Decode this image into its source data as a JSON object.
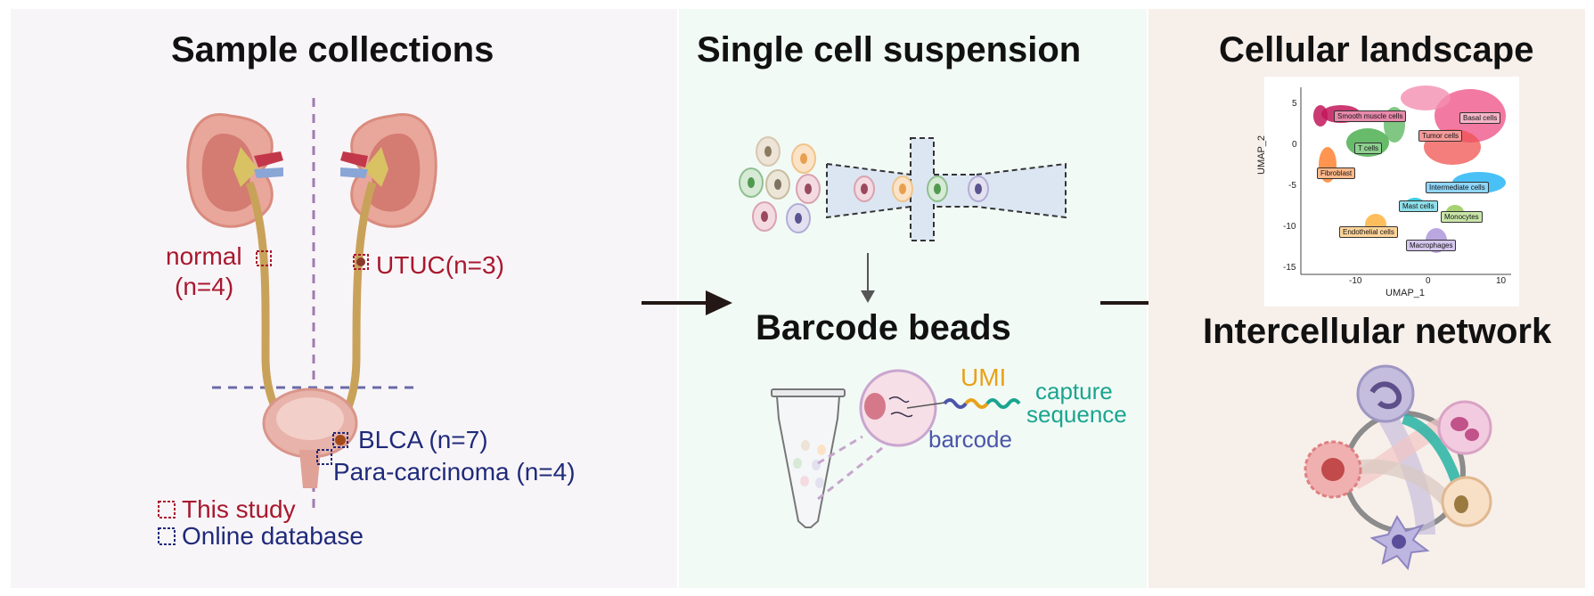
{
  "panels": {
    "sample": {
      "title": "Sample collections",
      "normal": "normal",
      "normal_n": "(n=4)",
      "utuc": "UTUC(n=3)",
      "blca": "BLCA (n=7)",
      "para": "Para-carcinoma (n=4)",
      "legend_this": "This study",
      "legend_online": "Online database"
    },
    "suspension": {
      "title": "Single cell suspension",
      "beads_title": "Barcode beads",
      "umi": "UMI",
      "capture": "capture",
      "sequence": "sequence",
      "barcode": "barcode"
    },
    "landscape": {
      "title": "Cellular landscape",
      "network_title": "Intercellular network",
      "umap": {
        "xlabel": "UMAP_1",
        "ylabel": "UMAP_2",
        "xticks": [
          "-10",
          "0",
          "10"
        ],
        "yticks": [
          "5",
          "0",
          "-5",
          "-10",
          "-15"
        ],
        "clusters": [
          {
            "label": "Smooth muscle cells",
            "color": "#c2185b"
          },
          {
            "label": "Basal cells",
            "color": "#f06292"
          },
          {
            "label": "Tumor cells",
            "color": "#ef5350"
          },
          {
            "label": "T cells",
            "color": "#4caf50"
          },
          {
            "label": "Fibroblast",
            "color": "#ff8a3d"
          },
          {
            "label": "Intermediate cells",
            "color": "#29b6f6"
          },
          {
            "label": "Mast cells",
            "color": "#26c6da"
          },
          {
            "label": "Monocytes",
            "color": "#9ccc65"
          },
          {
            "label": "Endothelial cells",
            "color": "#ffb74d"
          },
          {
            "label": "Macrophages",
            "color": "#b39ddb"
          }
        ]
      }
    }
  },
  "colors": {
    "red": "#a8182e",
    "blue": "#1f2a7a",
    "umi": "#e8a21a",
    "capture": "#1aa58f",
    "barcode": "#4a56a8"
  }
}
